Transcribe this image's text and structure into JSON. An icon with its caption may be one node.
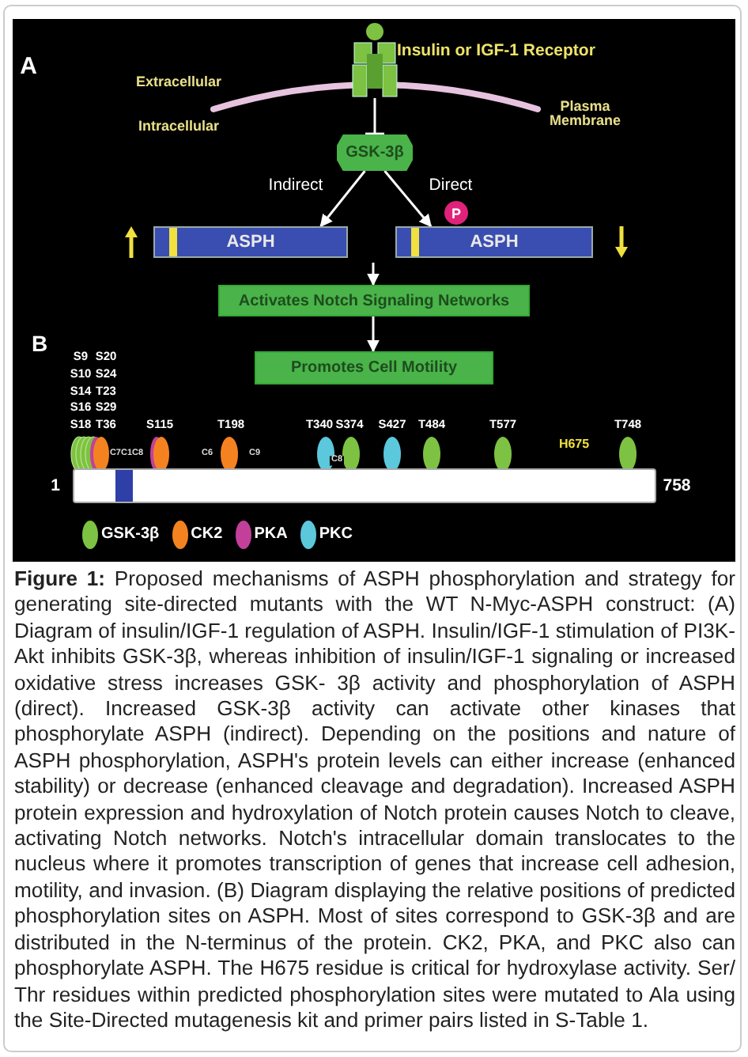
{
  "diagram": {
    "caption": "**Figure 1:** Proposed mechanisms of ASPH phosphorylation and strategy for generating site-directed mutants with the WT N-Myc-ASPH construct: (A) Diagram of insulin/IGF-1 regulation of ASPH. Insulin/IGF-1 stimulation of PI3K-Akt inhibits GSK-3β, whereas inhibition of insulin/IGF-1 signaling or increased oxidative stress increases GSK- 3β activity and phosphorylation of ASPH (direct). Increased GSK-3β activity can activate other kinases that phosphorylate ASPH (indirect). Depending on the positions and nature of ASPH phosphorylation, ASPH's protein levels can either increase (enhanced stability) or decrease (enhanced cleavage and degradation). Increased ASPH protein expression and hydroxylation of Notch protein causes Notch to cleave, activating Notch networks. Notch's intracellular domain translocates to the nucleus where it promotes transcription of genes that increase cell adhesion, motility, and invasion. (B) Diagram displaying the relative positions of predicted phosphorylation sites on ASPH. Most of sites correspond to GSK-3β and are distributed in the N-terminus of the protein. CK2, PKA, and PKC also can phosphorylate ASPH. The H675 residue is critical for hydroxylase activity. Ser/ Thr residues within predicted phosphorylation sites were mutated to Ala using the Site-Directed mutagenesis kit and primer pairs listed in S-Table 1.",
    "nodes": [
      {
        "text": [
          "Insulin or IGF-1 Receptor"
        ]
      },
      {
        "text": [
          "GSK-3β"
        ]
      },
      {
        "text": [
          "ASPH"
        ]
      },
      {
        "text": [
          "ASPH"
        ]
      },
      {
        "text": [
          "P"
        ]
      },
      {
        "text": [
          "Activates Notch Signaling Networks"
        ]
      },
      {
        "text": [
          "Promotes Cell Motility"
        ]
      },
      {
        "text": [],
        "shape": "bar",
        "beside": [
          "1",
          "758"
        ]
      }
    ],
    "edges": [
      {
        "from": 0,
        "to": 1,
        "arrow": "other"
      },
      {
        "from": 1,
        "to": 2,
        "arrow": "to",
        "label": "Indirect"
      },
      {
        "from": 1,
        "to": 3,
        "arrow": "to",
        "label": "Direct"
      },
      {
        "from": null,
        "to": 5,
        "arrow": "to"
      },
      {
        "from": 5,
        "to": 6,
        "arrow": "to"
      }
    ],
    "labels": [
      "A",
      "Extracellular",
      "Plasma Membrane",
      "Intracellular",
      "B",
      "S9",
      "S20",
      "S10",
      "S24",
      "S14",
      "T23",
      "S16",
      "S29",
      "S18",
      "T36",
      "S115",
      "T198",
      "T340",
      "S374",
      "S427",
      "T484",
      "T577",
      "T748",
      "C7C1C8",
      "C6",
      "C9",
      "C8",
      "H675"
    ],
    "legend": [
      {
        "text": "GSK-3β",
        "color": "#7dc242"
      },
      {
        "text": "CK2",
        "color": "#f58220"
      },
      {
        "text": "PKA",
        "color": "#c2409a"
      },
      {
        "text": "PKC",
        "color": "#5bc8dc"
      }
    ]
  }
}
